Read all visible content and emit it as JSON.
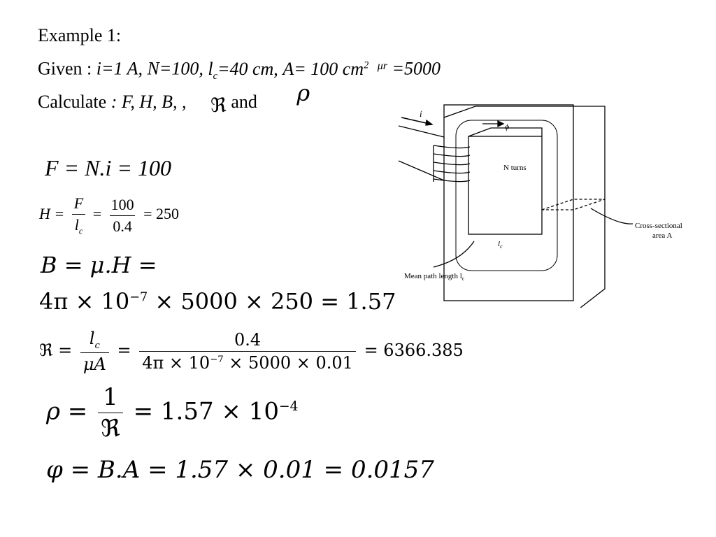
{
  "header": {
    "title": "Example 1:",
    "given_label": "Given :",
    "given_i": "i=1 A,",
    "given_N": "N=100,",
    "given_lc_pre": "l",
    "given_lc_sub": "c",
    "given_lc_post": "=40 cm,",
    "given_A": "A= 100 cm",
    "given_A_sup": "2",
    "given_mu": "μr",
    "given_mu_val": "=5000",
    "calc_label": "Calculate",
    "calc_items": ": F, H, B, ,",
    "calc_rel": "ℜ",
    "calc_and": "and",
    "calc_rho": "ρ"
  },
  "equations": {
    "eq1": "F = N.i = 100",
    "eq2": {
      "lhs": "H =",
      "f1_num": "F",
      "f1_den": "l",
      "f1_den_sub": "c",
      "mid": "=",
      "f2_num": "100",
      "f2_den": "0.4",
      "rhs": "= 250"
    },
    "eq3": "B = μ.H =",
    "eq4": {
      "text_a": "4π × 10",
      "exp": "−7",
      "text_b": "× 5000 × 250 = 1.57"
    },
    "eq5": {
      "lhs": "ℜ =",
      "f1_num": "l",
      "f1_num_sub": "c",
      "f1_den": "μA",
      "mid": "=",
      "f2_num": "0.4",
      "f2_den_a": "4π × 10",
      "f2_den_exp": "−7",
      "f2_den_b": "× 5000 × 0.01",
      "rhs": "= 6366.385"
    },
    "eq6": {
      "lhs": "ρ =",
      "f_num": "1",
      "f_den": "ℜ",
      "rhs_a": "= 1.57 × 10",
      "rhs_exp": "−4"
    },
    "eq7": "φ = B.A = 1.57 × 0.01 = 0.0157"
  },
  "diagram": {
    "current_label": "i",
    "flux_label": "ϕ",
    "turns_label": "N turns",
    "lc_label": "l",
    "lc_sub": "c",
    "cross_section_line1": "Cross-sectional",
    "cross_section_line2": "area A",
    "mean_path_label": "Mean path length l",
    "mean_path_sub": "c"
  }
}
